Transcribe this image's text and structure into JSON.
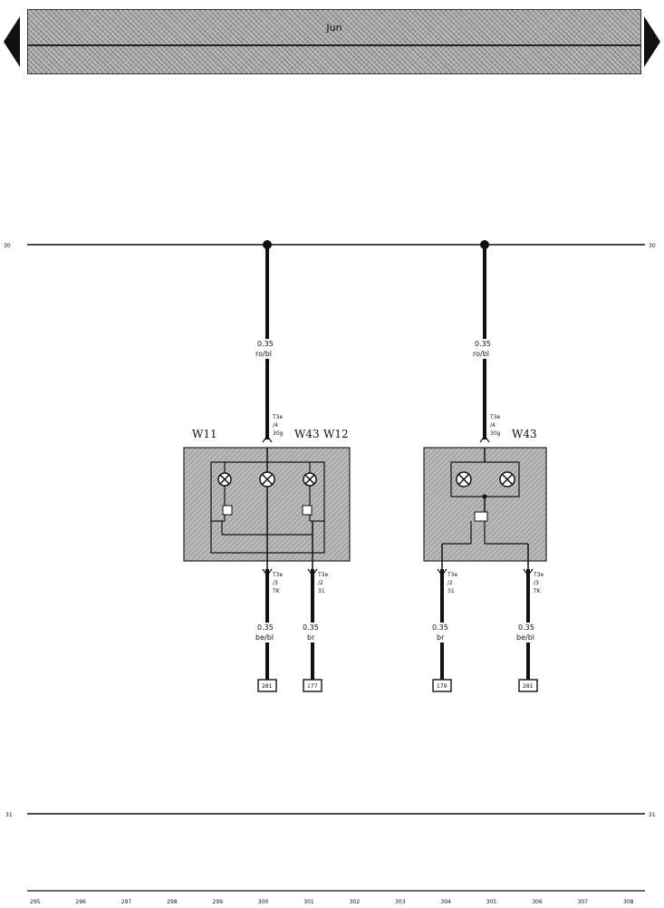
{
  "header": {
    "title": "Jun"
  },
  "rails": {
    "top_label_left": "30",
    "top_label_right": "30",
    "bottom_label_left": "31",
    "bottom_label_right": "31"
  },
  "components": {
    "W11": "W11",
    "W43a": "W43",
    "W12": "W12",
    "W43b": "W43"
  },
  "wires": {
    "top_left": {
      "gauge": "0.35",
      "color": "ro/bl"
    },
    "top_right": {
      "gauge": "0.35",
      "color": "ro/bl"
    },
    "w1": {
      "gauge": "0.35",
      "color": "be/bl"
    },
    "w2": {
      "gauge": "0.35",
      "color": "br"
    },
    "w3": {
      "gauge": "0.35",
      "color": "br"
    },
    "w4": {
      "gauge": "0.35",
      "color": "be/bl"
    }
  },
  "connectors": {
    "top_left": {
      "code": "T3e",
      "pin": "/4",
      "ref": "30g"
    },
    "top_right": {
      "code": "T3e",
      "pin": "/4",
      "ref": "30g"
    },
    "b1": {
      "code": "T3e",
      "pin": "/3",
      "ref": "TK"
    },
    "b2": {
      "code": "T3e",
      "pin": "/2",
      "ref": "31"
    },
    "b3": {
      "code": "T3e",
      "pin": "/2",
      "ref": "31"
    },
    "b4": {
      "code": "T3e",
      "pin": "/3",
      "ref": "TK"
    }
  },
  "refs": {
    "r1": "281",
    "r2": "177",
    "r3": "179",
    "r4": "281"
  },
  "footer": {
    "numbers": [
      "295",
      "296",
      "297",
      "298",
      "299",
      "300",
      "301",
      "302",
      "303",
      "304",
      "305",
      "306",
      "307",
      "308"
    ]
  }
}
